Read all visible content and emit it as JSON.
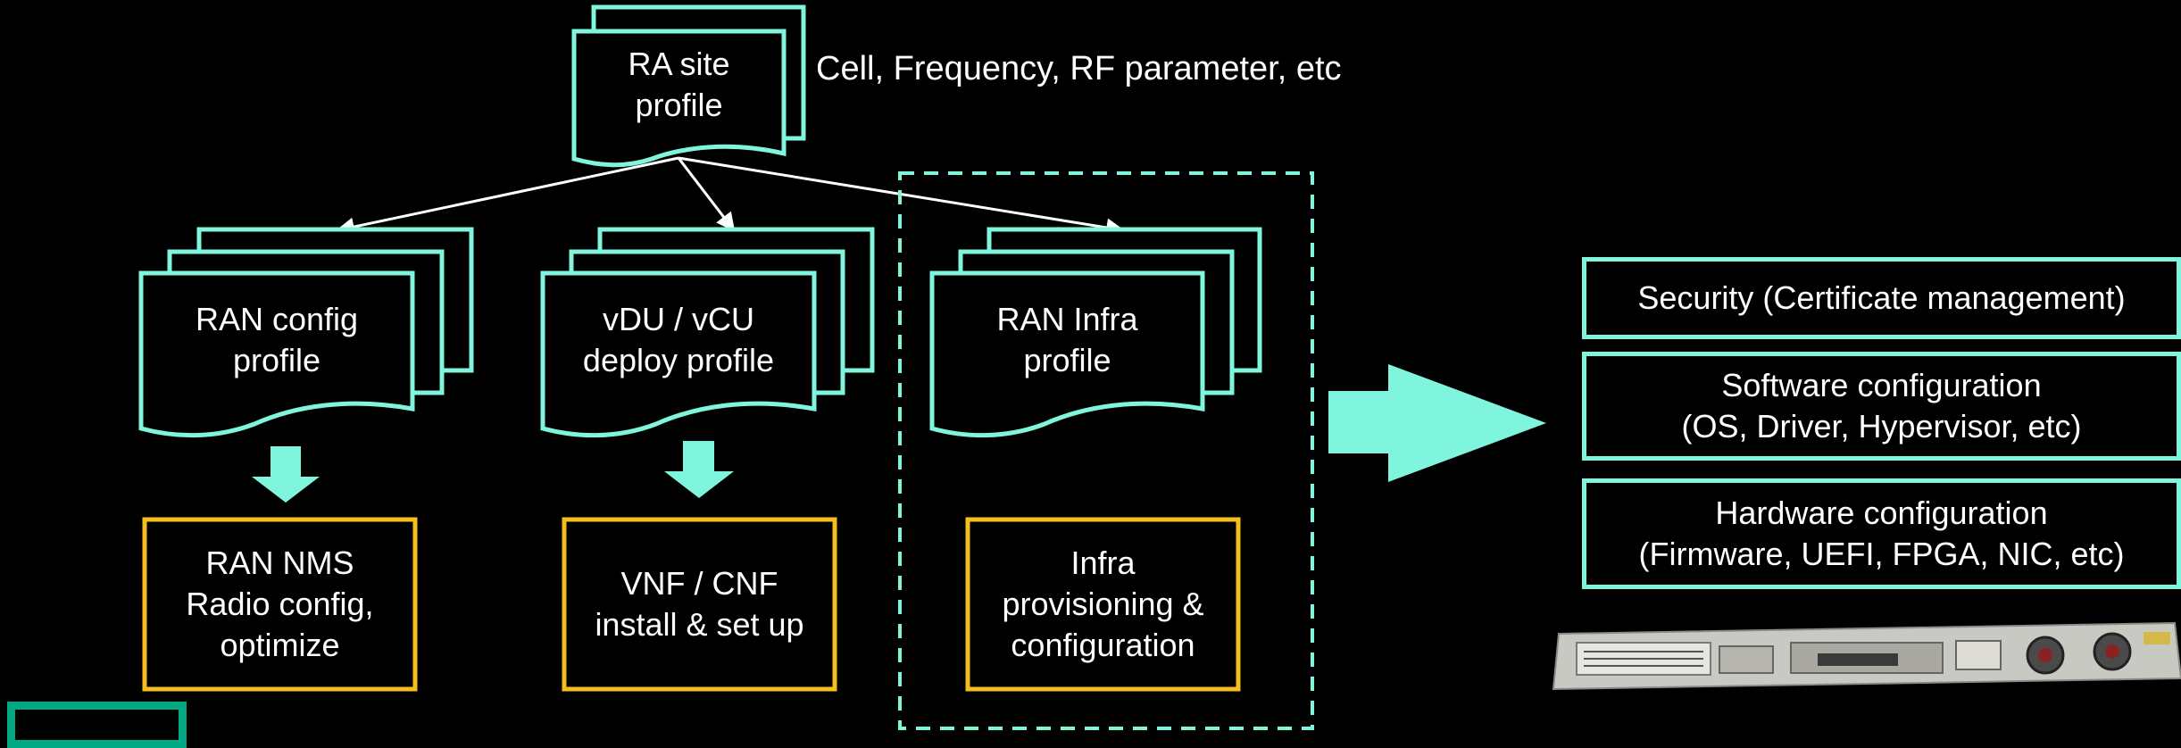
{
  "site_profile": {
    "label": "RA site\nprofile",
    "annotation": "Cell, Frequency, RF parameter, etc"
  },
  "profiles": [
    {
      "label": "RAN config\nprofile",
      "target": "RAN NMS\nRadio config,\noptimize"
    },
    {
      "label": "vDU / vCU\ndeploy profile",
      "target": "VNF / CNF\ninstall & set up"
    },
    {
      "label": "RAN Infra\nprofile",
      "target": "Infra\nprovisioning &\nconfiguration"
    }
  ],
  "infra_layers": [
    "Security (Certificate management)",
    "Software configuration\n(OS, Driver, Hypervisor, etc)",
    "Hardware configuration\n(Firmware, UEFI, FPGA, NIC, etc)"
  ],
  "colors": {
    "teal": "#7ff5dd",
    "gold": "#f5be1e",
    "logo_green": "#01a982",
    "background": "#000000"
  },
  "icons": {
    "document_stack": "stacked-document-icon",
    "arrow_down": "down-arrow-icon",
    "arrow_right": "right-arrow-icon",
    "server": "rack-server-image",
    "logo": "hpe-logo-rectangle"
  }
}
